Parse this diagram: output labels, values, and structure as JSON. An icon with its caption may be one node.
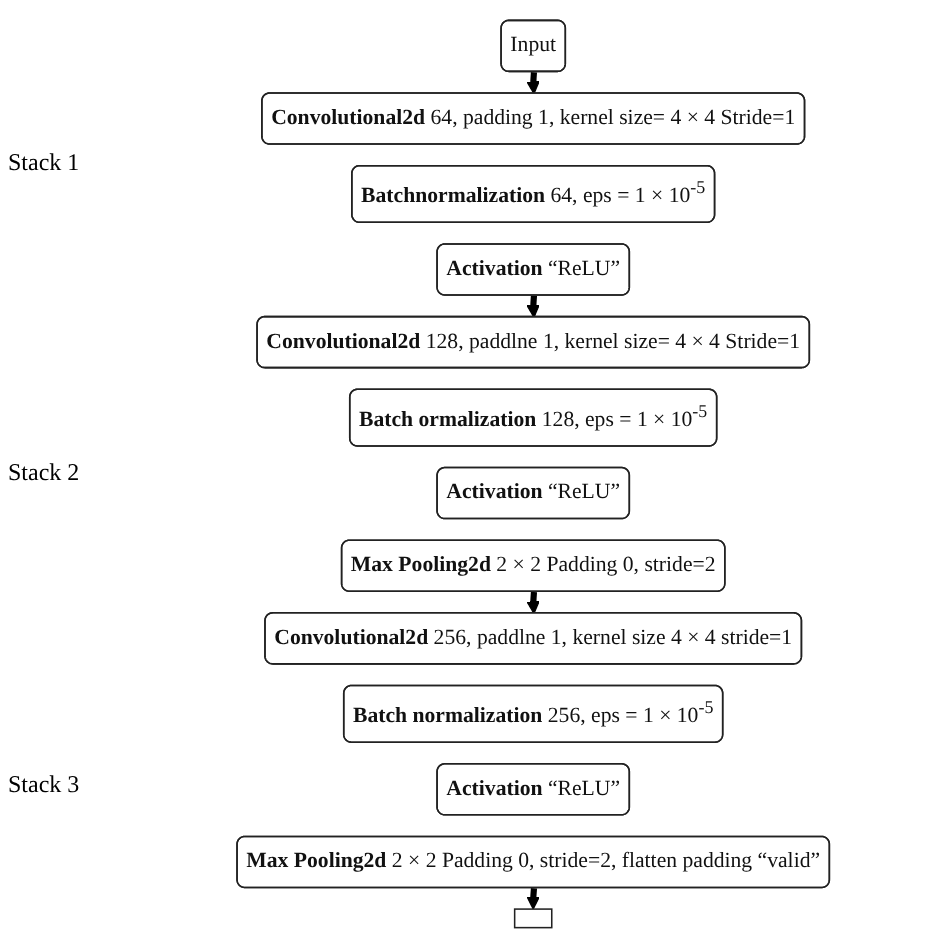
{
  "diagram": {
    "nodes": [
      {
        "text": [
          "Input"
        ]
      },
      {
        "text": [
          "**Convolutional2d** 64, padding 1, kernel size= 4 × 4 Stride=1"
        ]
      },
      {
        "text": [
          "**Batchnormalization** 64, eps = 1 × 10$^{-5}$"
        ]
      },
      {
        "text": [
          "**Activation** “ReLU”"
        ]
      },
      {
        "text": [
          "**Convolutional2d** 128, paddlne 1, kernel size= 4 × 4 Stride=1"
        ]
      },
      {
        "text": [
          "**Batch ormalization** 128, eps = 1 × 10$^{-5}$"
        ]
      },
      {
        "text": [
          "**Activation** “ReLU”"
        ]
      },
      {
        "text": [
          "**Max Pooling2d** 2 × 2 Padding 0, stride=2"
        ]
      },
      {
        "text": [
          "**Convolutional2d** 256, paddlne 1, kernel size 4 × 4 stride=1"
        ]
      },
      {
        "text": [
          "**Batch normalization** 256, eps = 1 × 10$^{-5}$"
        ]
      },
      {
        "text": [
          "**Activation** “ReLU”"
        ]
      },
      {
        "text": [
          "**Max Pooling2d** 2 × 2 Padding 0, stride=2, flatten padding “valid”"
        ]
      },
      {
        "text": [],
        "shape": "box"
      }
    ],
    "edges": [
      {
        "from": 0,
        "to": 1,
        "arrow": "to"
      },
      {
        "from": 3,
        "to": 4,
        "arrow": "to"
      },
      {
        "from": 7,
        "to": 8,
        "arrow": "to"
      },
      {
        "from": 11,
        "to": 12,
        "arrow": "to"
      }
    ],
    "labels": [
      "Stack 1",
      "Stack 2",
      "Stack 3"
    ]
  }
}
